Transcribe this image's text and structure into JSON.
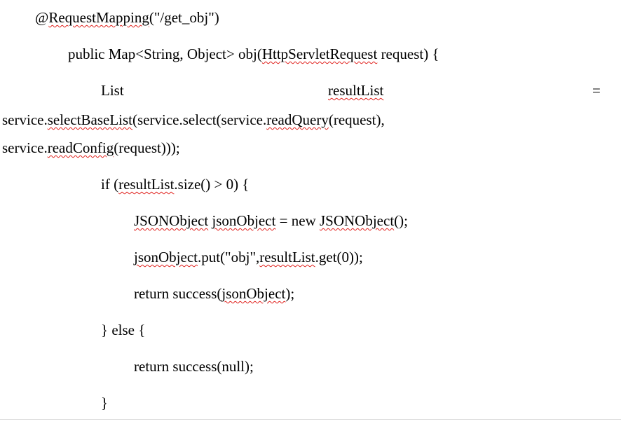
{
  "document": {
    "line1": {
      "prefix": "@",
      "sq": "RequestMapping",
      "suffix": "(\"/get_obj\")"
    },
    "line2": {
      "a": "public Map<String, Object> obj(",
      "sq": "HttpServletRequest",
      "b": " request) {"
    },
    "line3": {
      "left": "List",
      "middle": "resultList",
      "right": "="
    },
    "line4": {
      "a": "service.",
      "sq1": "selectBaseList",
      "b": "(service.select(service.",
      "sq2": "readQuery",
      "c": "(request),"
    },
    "line5": {
      "a": "service.",
      "sq": "readConfig",
      "b": "(request)));"
    },
    "line6": {
      "a": "if (",
      "sq": "resultList",
      "b": ".size() > 0) {"
    },
    "line7": {
      "sq1": "JSONObject",
      "sp1": " ",
      "sq2": "jsonObject",
      "b": " = new ",
      "sq3": "JSONObject",
      "c": "();"
    },
    "line8": {
      "sq1": "jsonObject",
      "a": ".put(\"obj\",",
      "sq2": "resultList",
      "b": ".get(0));"
    },
    "line9": {
      "a": "return success(",
      "sq": "jsonObject",
      "b": ");"
    },
    "line10": {
      "text": "} else {"
    },
    "line11": {
      "text": "return success(null);"
    },
    "line12": {
      "text": "}"
    }
  }
}
